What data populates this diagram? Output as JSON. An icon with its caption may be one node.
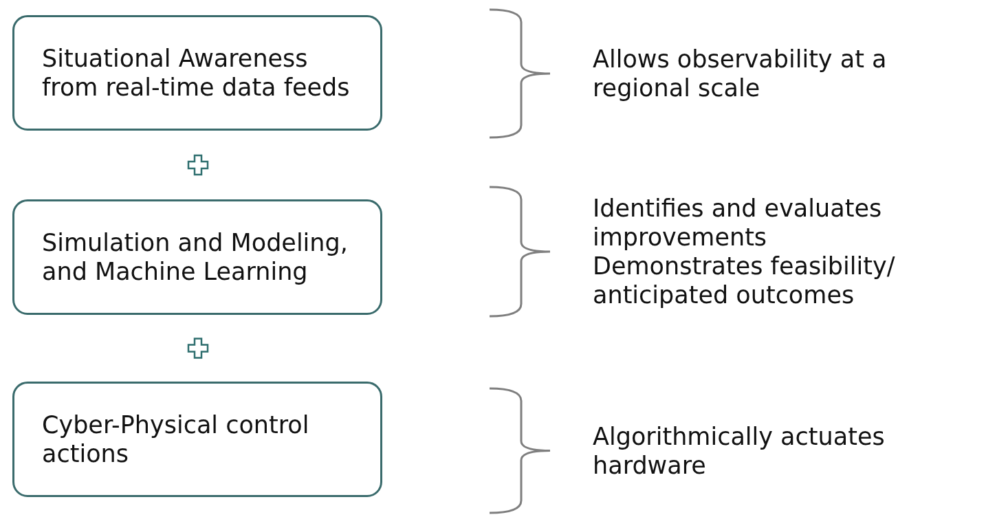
{
  "diagram": {
    "nodes": [
      {
        "text": [
          "Situational Awareness from real-time data feeds"
        ]
      },
      {
        "text": [
          "Simulation and Modeling, and Machine Learning"
        ]
      },
      {
        "text": [
          "Cyber-Physical control actions"
        ]
      }
    ],
    "labels": [
      "Allows observability at a regional scale",
      "Identifies and evaluates improvements",
      "Demonstrates feasibility/ anticipated outcomes",
      "Algorithmically actuates hardware"
    ]
  }
}
